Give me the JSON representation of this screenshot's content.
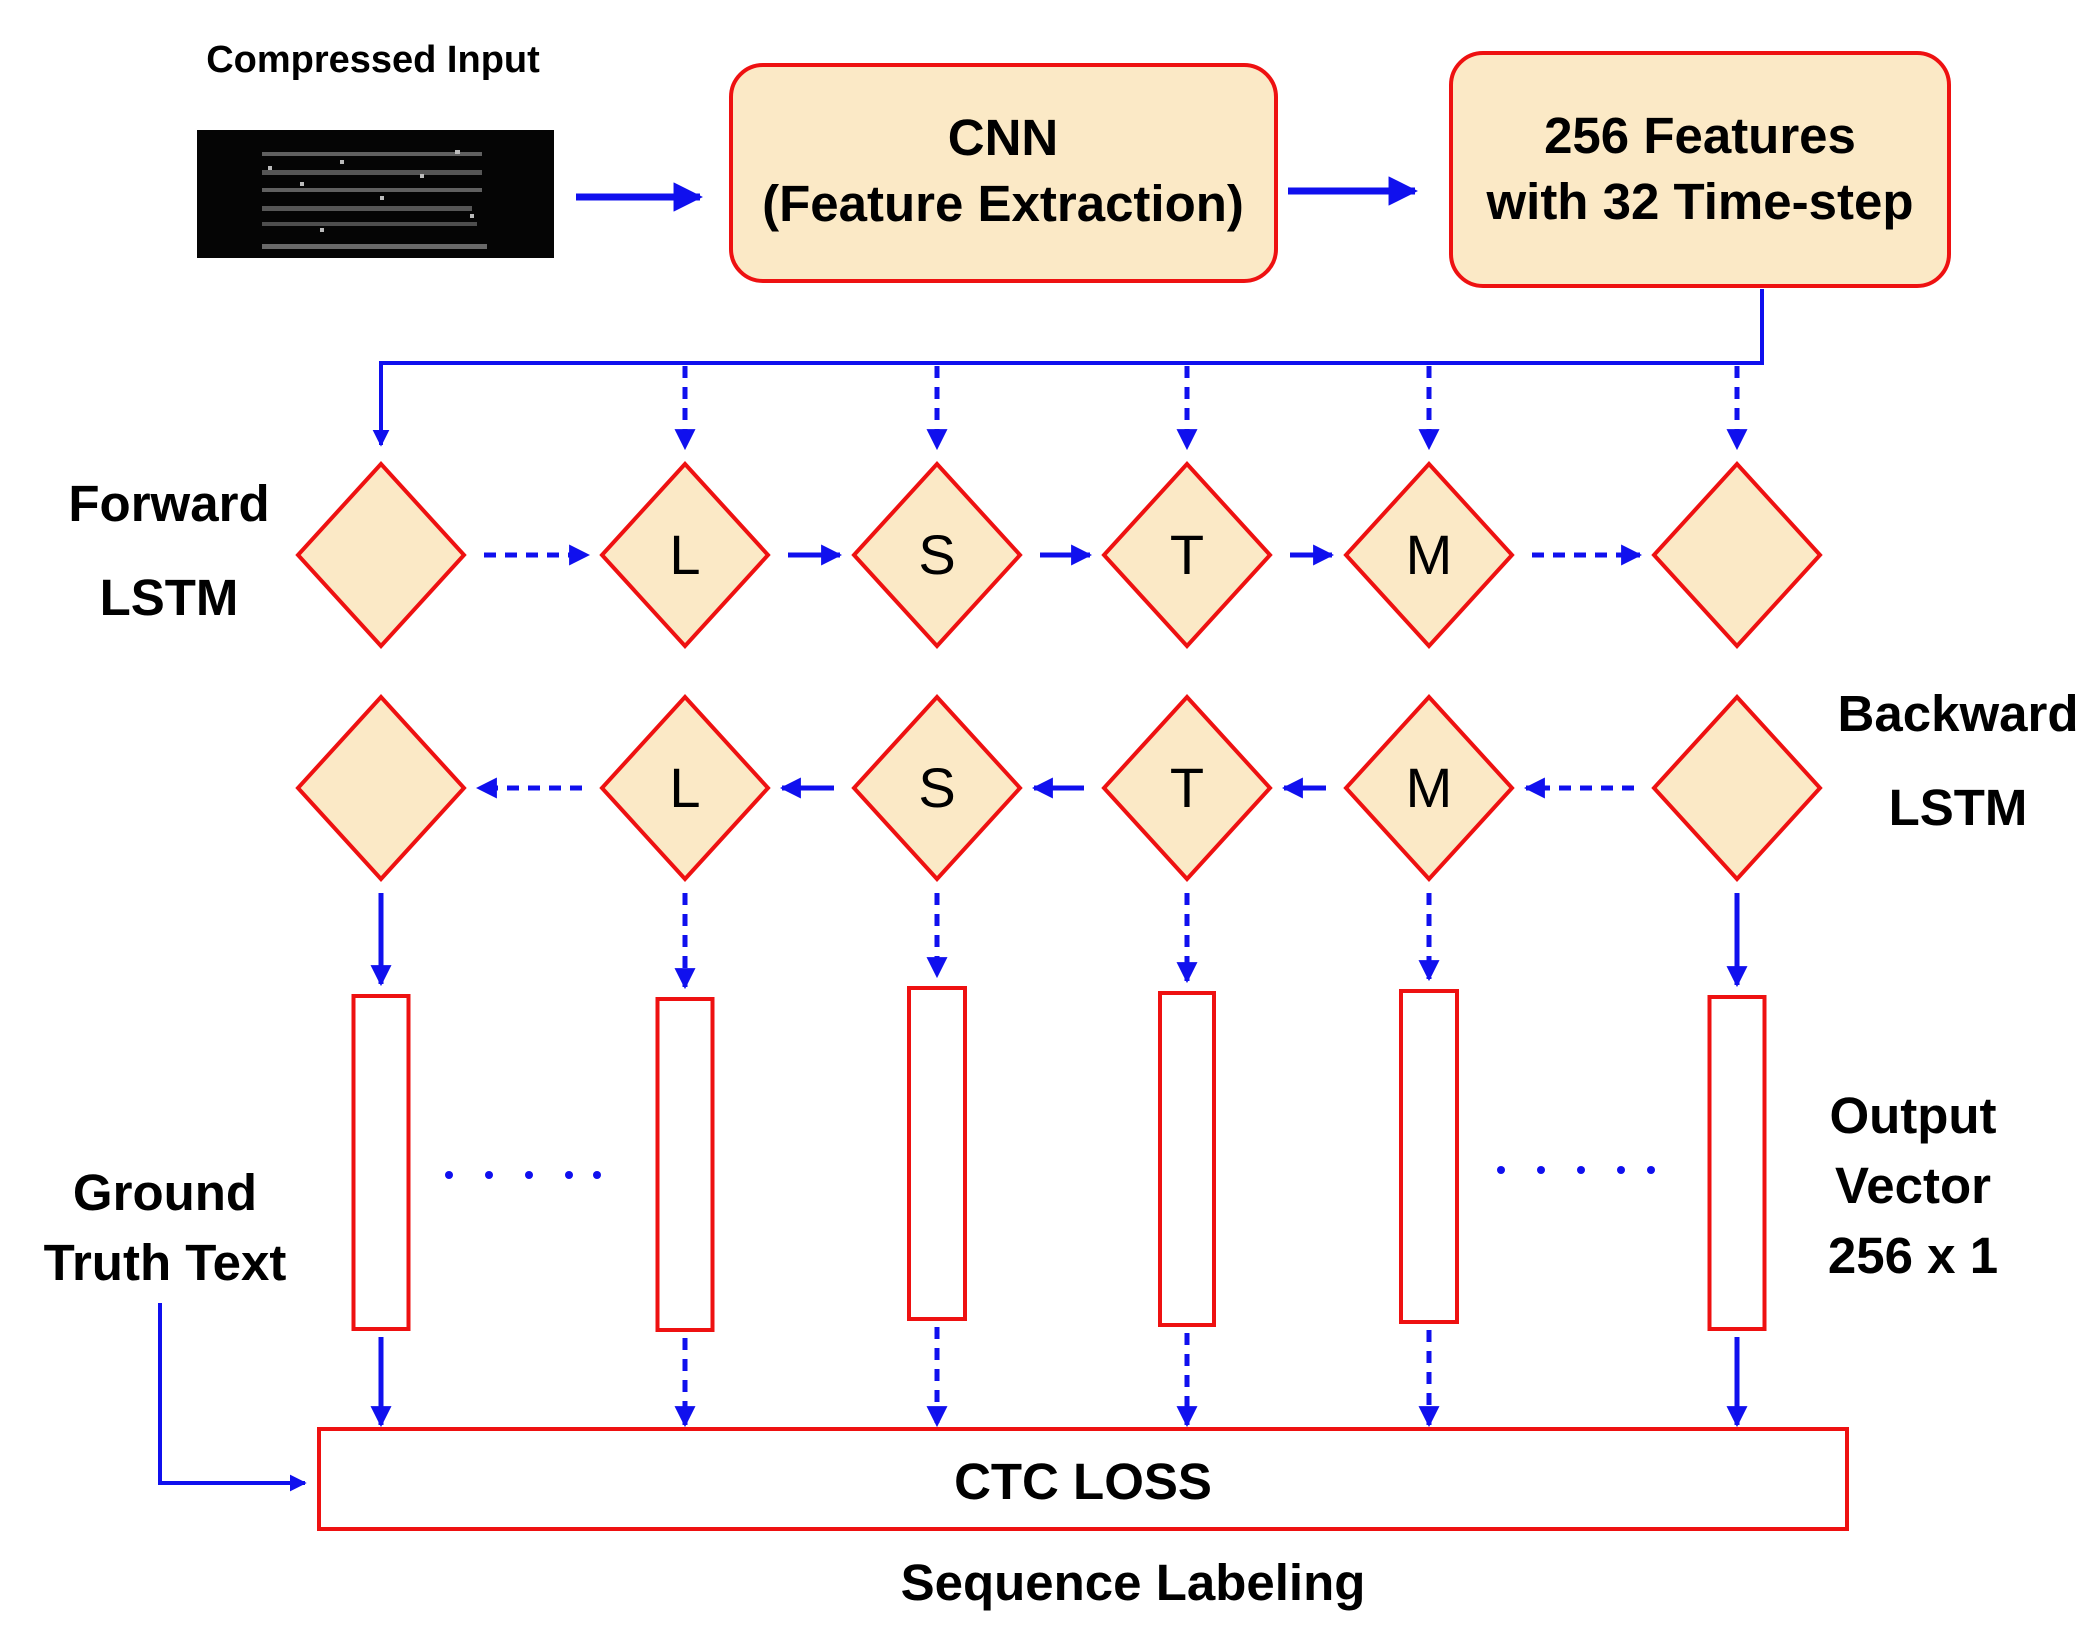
{
  "input": {
    "label": "Compressed Input"
  },
  "cnn": {
    "line1": "CNN",
    "line2": "(Feature Extraction)"
  },
  "features": {
    "line1": "256 Features",
    "line2": "with 32 Time-step"
  },
  "forward_lstm": {
    "line1": "Forward",
    "line2": "LSTM",
    "cells": [
      "",
      "L",
      "S",
      "T",
      "M",
      ""
    ]
  },
  "backward_lstm": {
    "line1": "Backward",
    "line2": "LSTM",
    "cells": [
      "",
      "L",
      "S",
      "T",
      "M",
      ""
    ]
  },
  "output": {
    "line1": "Output",
    "line2": "Vector",
    "line3": "256 x 1"
  },
  "ground_truth": {
    "line1": "Ground",
    "line2": "Truth Text"
  },
  "ctc": {
    "label": "CTC LOSS"
  },
  "caption": {
    "label": "Sequence Labeling"
  },
  "colors": {
    "box_fill": "#fbe9c6",
    "box_stroke": "#ee1111",
    "arrow": "#1010ee"
  }
}
